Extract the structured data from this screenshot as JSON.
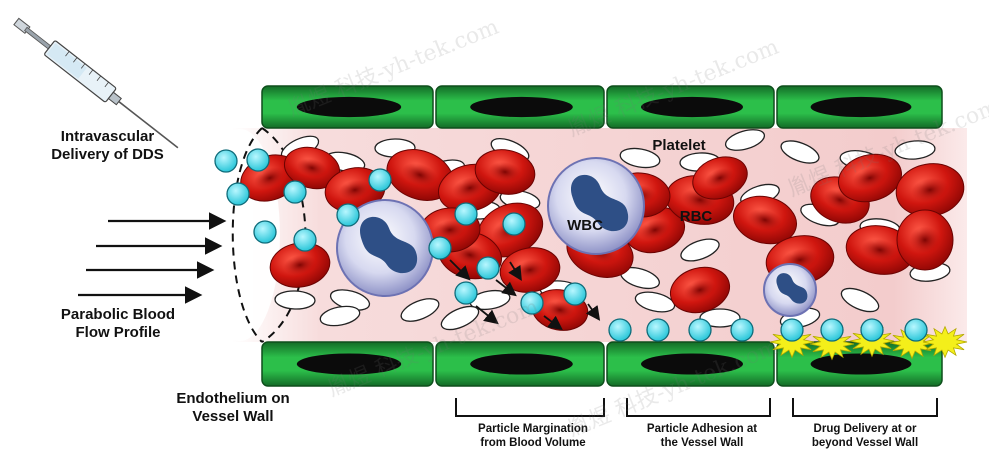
{
  "labels": {
    "intravascular": "Intravascular\nDelivery of DDS",
    "parabolic": "Parabolic Blood\nFlow Profile",
    "endothelium": "Endothelium on\nVessel Wall",
    "platelet": "Platelet",
    "wbc": "WBC",
    "rbc": "RBC",
    "margination": "Particle Margination\nfrom Blood Volume",
    "adhesion": "Particle Adhesion at\nthe Vessel Wall",
    "delivery": "Drug Delivery at or\nbeyond Vessel Wall"
  },
  "watermark": "胤煜 科技-yh-tek.com",
  "colors": {
    "endothelium_green": "#1f9a3a",
    "nucleus": "#2e4f86",
    "rbc": "#c8120e",
    "particle": "#4ad9e8",
    "burst": "#f4ef1a",
    "lumen": "#f7dede"
  }
}
